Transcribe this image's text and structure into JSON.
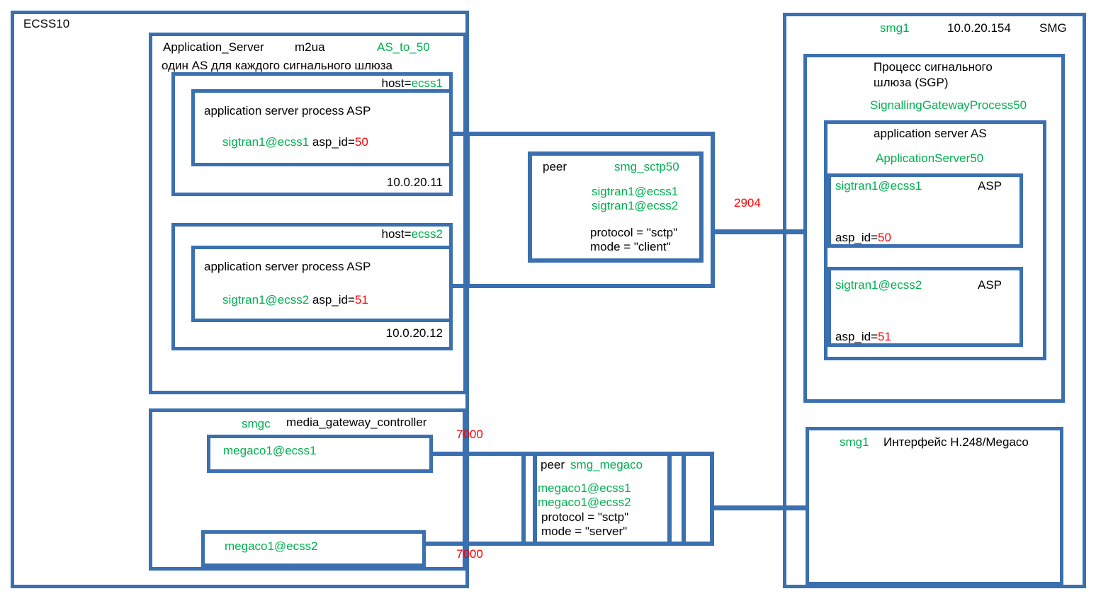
{
  "diagram": {
    "colors": {
      "line_blue": "#3a70b0",
      "name_green": "#00b050",
      "value_red": "#ff0000"
    },
    "ecss10": {
      "label": "ECSS10",
      "app_server": {
        "name": "Application_Server",
        "protocol": "m2ua",
        "as_name": "AS_to_50",
        "note": "один AS для каждого сигнального шлюза",
        "hosts": [
          {
            "host_prefix": "host=",
            "host": "ecss1",
            "asp_title": "application server process ASP",
            "endpoint": "sigtran1@ecss1",
            "asp_id_prefix": " asp_id=",
            "asp_id": "50",
            "ip": "10.0.20.11"
          },
          {
            "host_prefix": "host=",
            "host": "ecss2",
            "asp_title": "application server process ASP",
            "endpoint": "sigtran1@ecss2",
            "asp_id_prefix": " asp_id=",
            "asp_id": "51",
            "ip": "10.0.20.12"
          }
        ]
      },
      "mgc": {
        "name": "smgc",
        "title": "media_gateway_controller",
        "endpoint1": "megaco1@ecss1",
        "endpoint2": "megaco1@ecss2"
      }
    },
    "peer_sctp": {
      "label": "peer",
      "name": "smg_sctp50",
      "endpoint1": "sigtran1@ecss1",
      "endpoint2": "sigtran1@ecss2",
      "protocol": "protocol = \"sctp\"",
      "mode": "mode = \"client\"",
      "port": "2904"
    },
    "peer_megaco": {
      "label": "peer",
      "name": "smg_megaco",
      "endpoint1": "megaco1@ecss1",
      "endpoint2": "megaco1@ecss2",
      "protocol": "protocol = \"sctp\"",
      "mode": "mode = \"server\"",
      "port1": "7000",
      "port2": "7000"
    },
    "smg": {
      "name": "smg1",
      "ip": "10.0.20.154",
      "label": "SMG",
      "sgp": {
        "title1": "Процесс сигнального",
        "title2": "шлюза (SGP)",
        "name": "SignallingGatewayProcess50",
        "as": {
          "title": "application server AS",
          "name": "ApplicationServer50",
          "asp1": {
            "endpoint": "sigtran1@ecss1",
            "type": "ASP",
            "asp_id_prefix": "asp_id=",
            "asp_id": "50"
          },
          "asp2": {
            "endpoint": "sigtran1@ecss2",
            "type": "ASP",
            "asp_id_prefix": "asp_id=",
            "asp_id": "51"
          }
        }
      },
      "interface": {
        "name": "smg1",
        "title": "Интерфейс H.248/Megaco"
      }
    }
  }
}
